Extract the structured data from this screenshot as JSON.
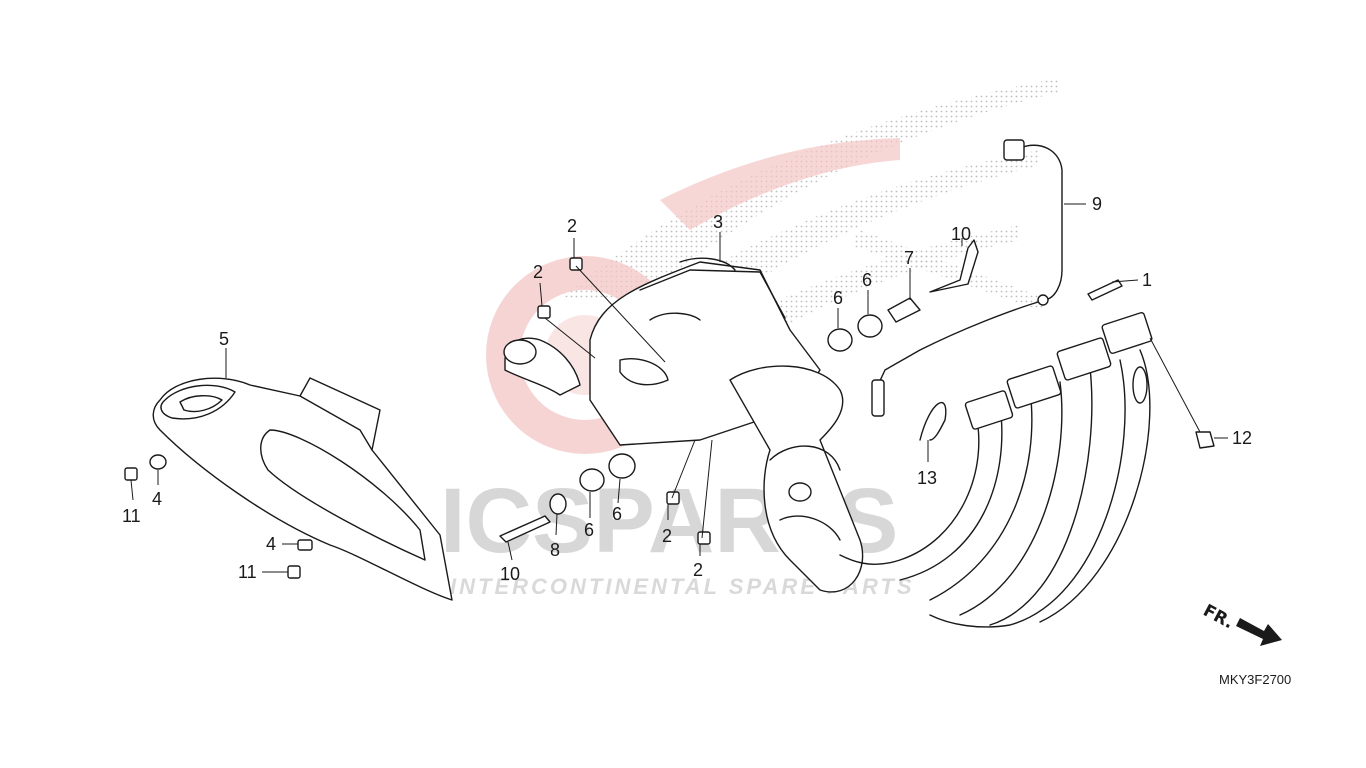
{
  "diagram": {
    "code": "MKY3F2700",
    "direction_label": "FR.",
    "watermark": {
      "brand": "ICSPARTS",
      "tagline": "INTERCONTINENTAL SPARE PARTS"
    },
    "callouts": [
      {
        "id": "c1",
        "label": "1"
      },
      {
        "id": "c2a",
        "label": "2"
      },
      {
        "id": "c2b",
        "label": "2"
      },
      {
        "id": "c2c",
        "label": "2"
      },
      {
        "id": "c2d",
        "label": "2"
      },
      {
        "id": "c3",
        "label": "3"
      },
      {
        "id": "c4a",
        "label": "4"
      },
      {
        "id": "c4b",
        "label": "4"
      },
      {
        "id": "c5",
        "label": "5"
      },
      {
        "id": "c6a",
        "label": "6"
      },
      {
        "id": "c6b",
        "label": "6"
      },
      {
        "id": "c6c",
        "label": "6"
      },
      {
        "id": "c6d",
        "label": "6"
      },
      {
        "id": "c7",
        "label": "7"
      },
      {
        "id": "c8",
        "label": "8"
      },
      {
        "id": "c9",
        "label": "9"
      },
      {
        "id": "c10a",
        "label": "10"
      },
      {
        "id": "c10b",
        "label": "10"
      },
      {
        "id": "c11a",
        "label": "11"
      },
      {
        "id": "c11b",
        "label": "11"
      },
      {
        "id": "c12",
        "label": "12"
      },
      {
        "id": "c13",
        "label": "13"
      }
    ]
  }
}
